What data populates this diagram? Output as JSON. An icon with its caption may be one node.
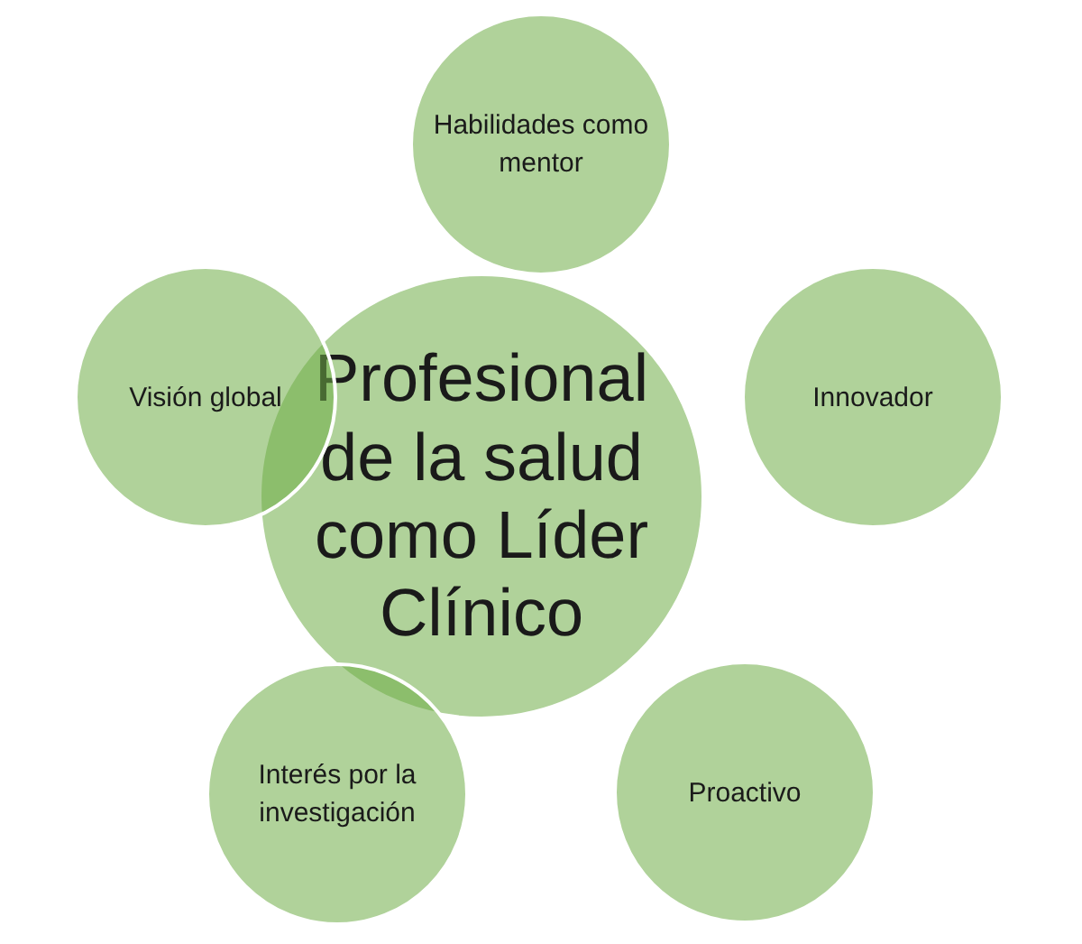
{
  "diagram": {
    "nodes": [
      {
        "text": [
          "Profesional de la salud como Líder Clínico"
        ]
      },
      {
        "text": [
          "Habilidades como mentor"
        ]
      },
      {
        "text": [
          "Visión global"
        ]
      },
      {
        "text": [
          "Innovador"
        ]
      },
      {
        "text": [
          "Interés por la investigación"
        ]
      },
      {
        "text": [
          "Proactivo"
        ]
      }
    ]
  }
}
